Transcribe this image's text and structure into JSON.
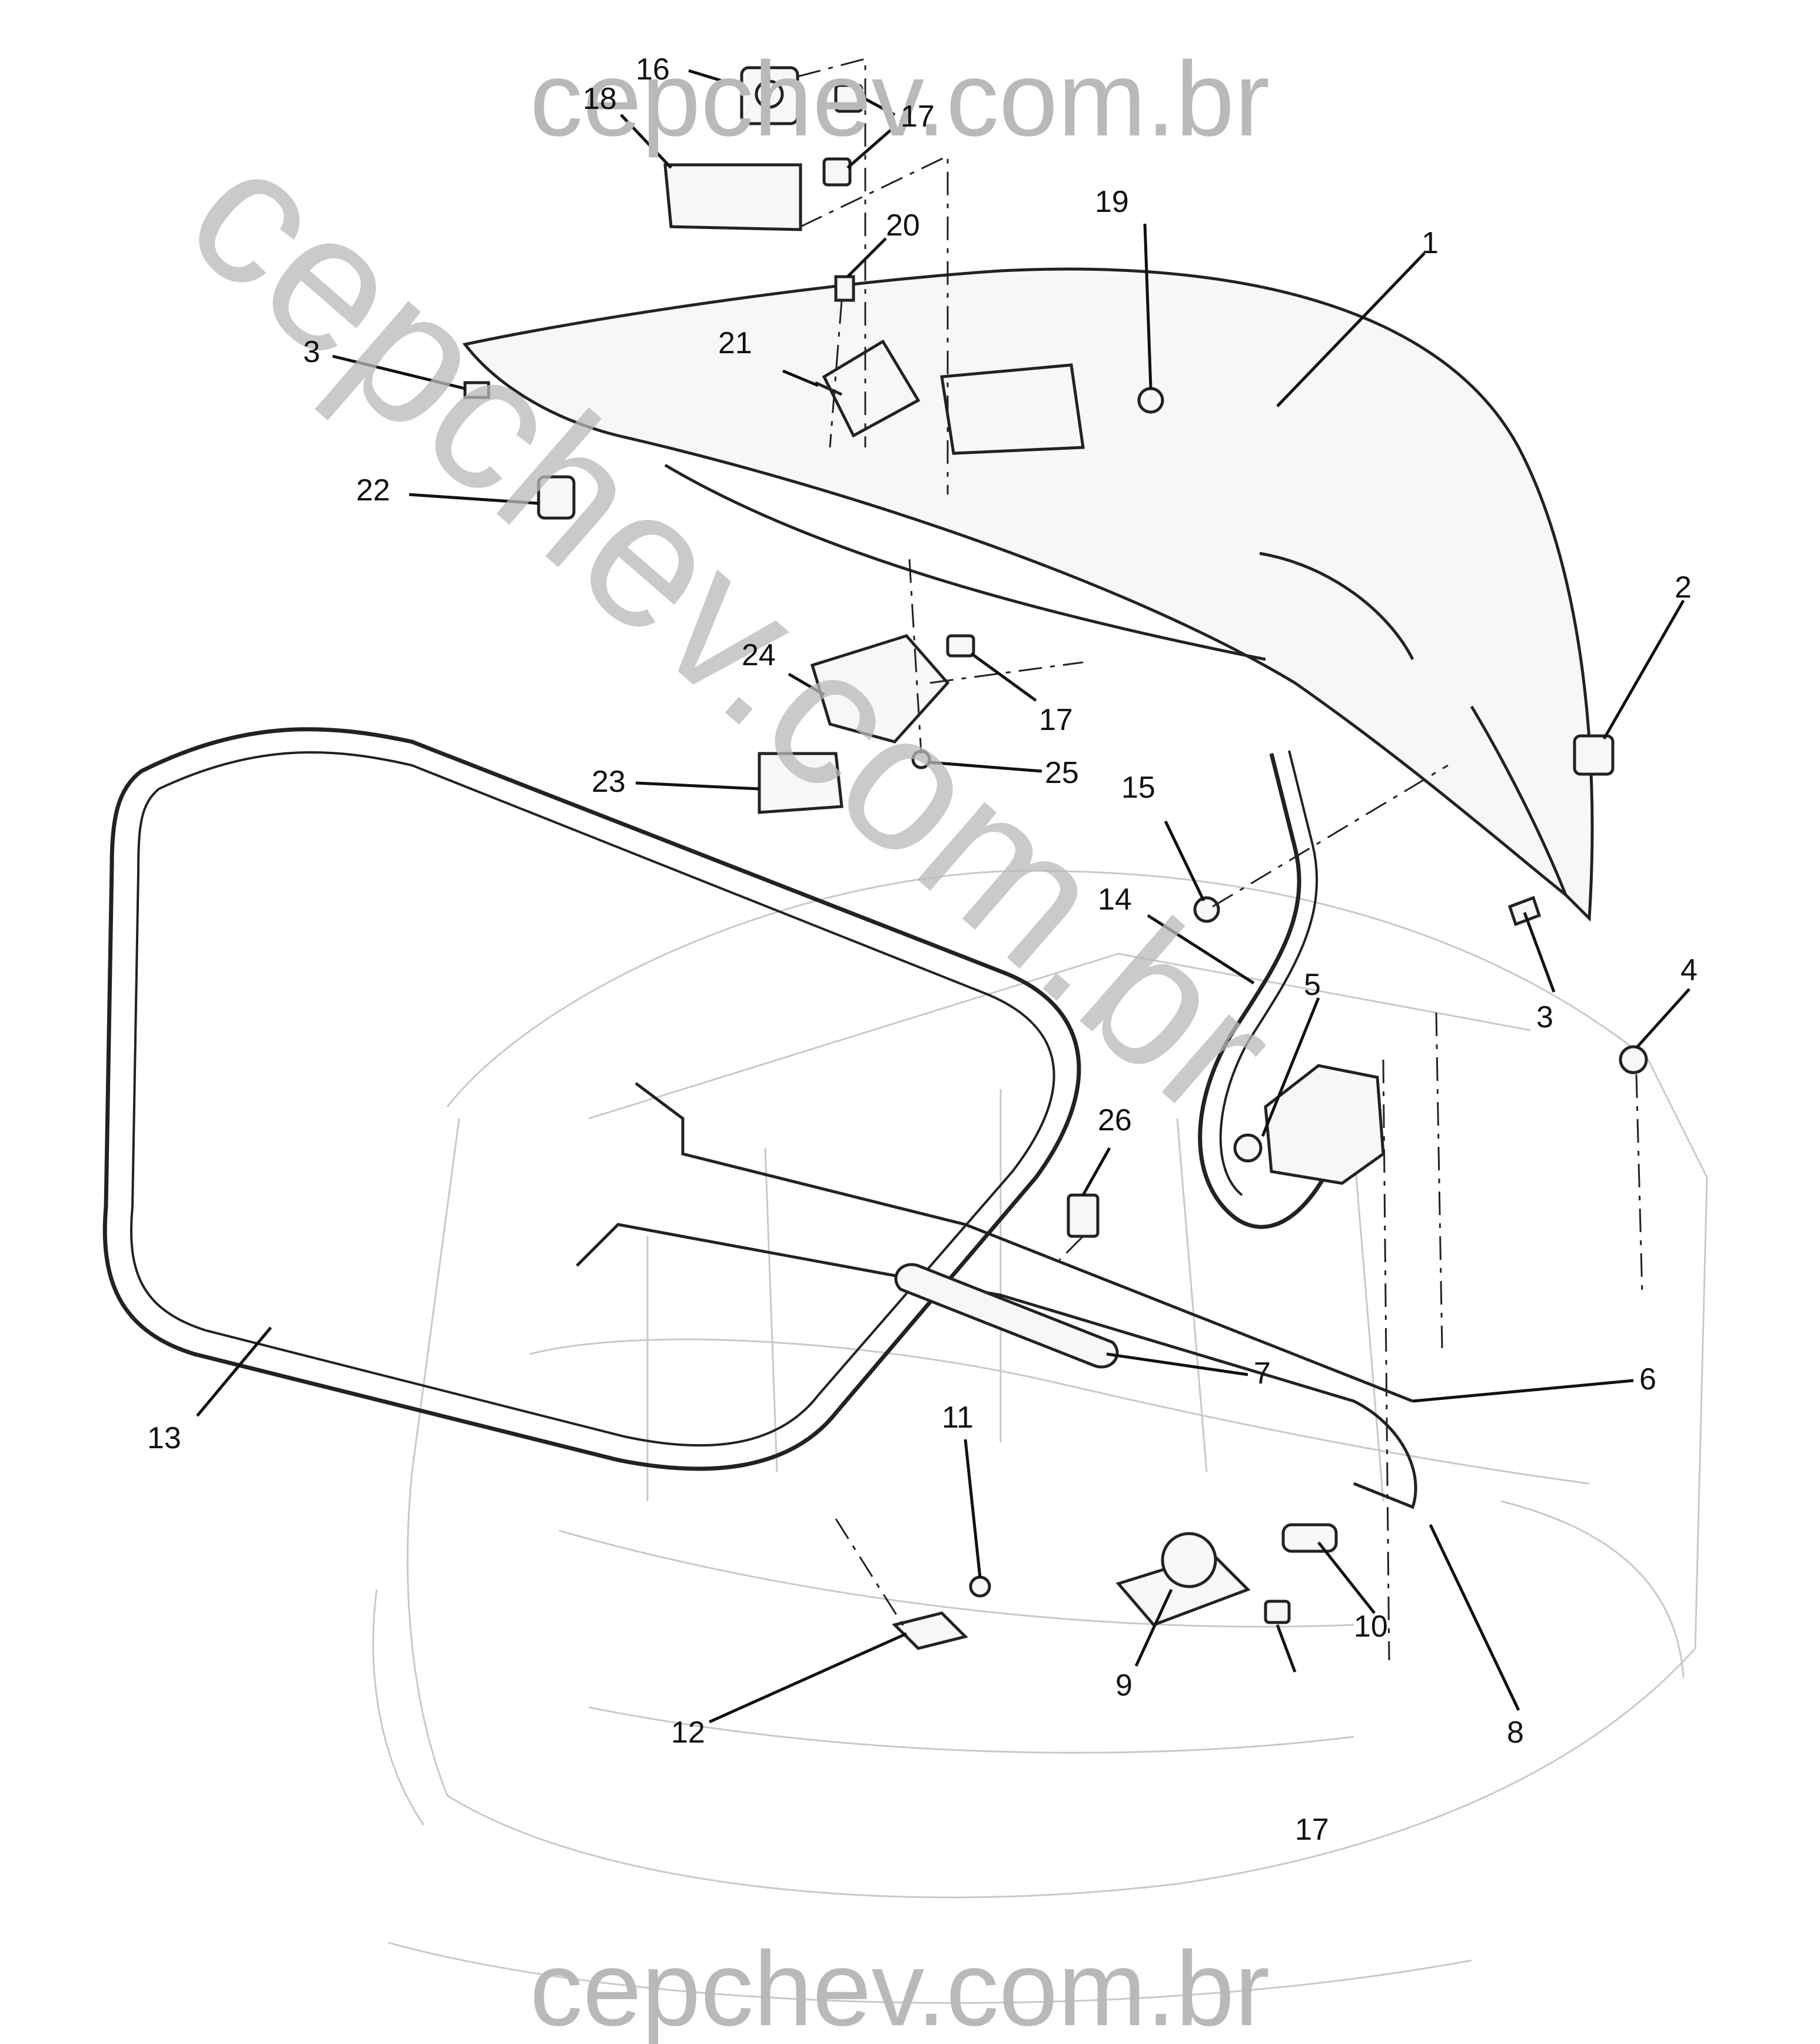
{
  "watermarks": {
    "top": "cepchev.com.br",
    "bottom": "cepchev.com.br",
    "diagonal": "cepchev.com.br"
  },
  "callouts": [
    {
      "id": "c1",
      "label": "1"
    },
    {
      "id": "c2",
      "label": "2"
    },
    {
      "id": "c3a",
      "label": "3"
    },
    {
      "id": "c3b",
      "label": "3"
    },
    {
      "id": "c4",
      "label": "4"
    },
    {
      "id": "c5",
      "label": "5"
    },
    {
      "id": "c6",
      "label": "6"
    },
    {
      "id": "c7",
      "label": "7"
    },
    {
      "id": "c8",
      "label": "8"
    },
    {
      "id": "c9",
      "label": "9"
    },
    {
      "id": "c10",
      "label": "10"
    },
    {
      "id": "c11",
      "label": "11"
    },
    {
      "id": "c12",
      "label": "12"
    },
    {
      "id": "c13",
      "label": "13"
    },
    {
      "id": "c14",
      "label": "14"
    },
    {
      "id": "c15",
      "label": "15"
    },
    {
      "id": "c16",
      "label": "16"
    },
    {
      "id": "c17a",
      "label": "17"
    },
    {
      "id": "c17b",
      "label": "17"
    },
    {
      "id": "c17c",
      "label": "17"
    },
    {
      "id": "c18",
      "label": "18"
    },
    {
      "id": "c19",
      "label": "19"
    },
    {
      "id": "c20",
      "label": "20"
    },
    {
      "id": "c21",
      "label": "21"
    },
    {
      "id": "c22",
      "label": "22"
    },
    {
      "id": "c23",
      "label": "23"
    },
    {
      "id": "c24",
      "label": "24"
    },
    {
      "id": "c25",
      "label": "25"
    },
    {
      "id": "c26",
      "label": "26"
    }
  ]
}
